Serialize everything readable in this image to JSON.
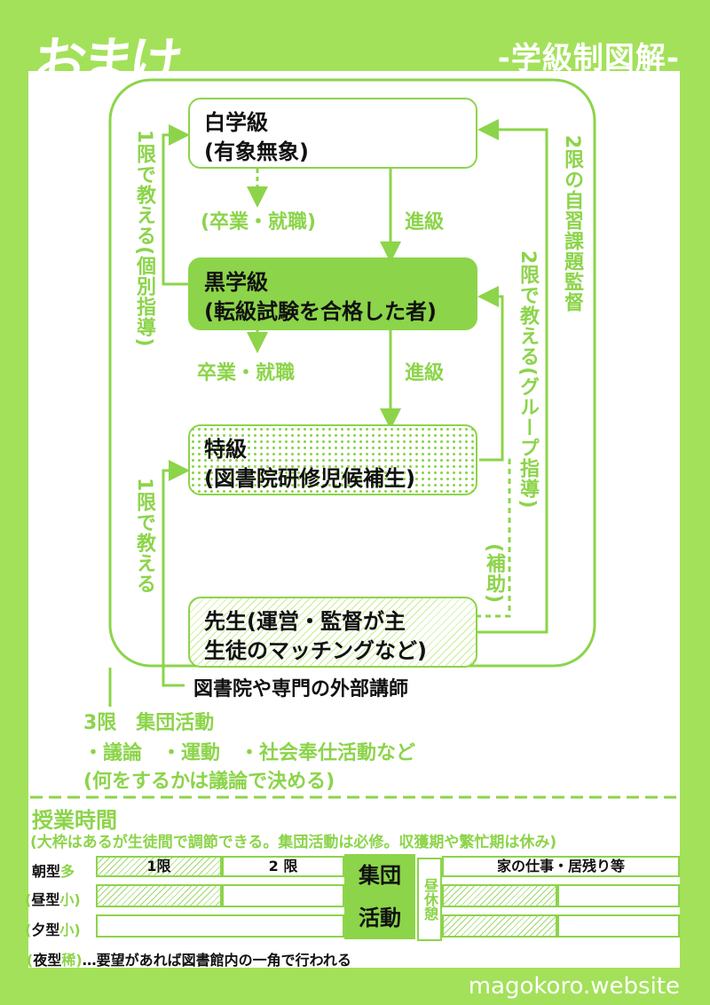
{
  "header": {
    "logo": "おまけ",
    "subtitle": "-学級制図解-"
  },
  "diagram": {
    "nodes": {
      "white": [
        "白学級",
        "(有象無象)"
      ],
      "black": [
        "黒学級",
        "(転級試験を合格した者)"
      ],
      "special": [
        "特級",
        "(図書院研修児候補生)"
      ],
      "teacher": [
        "先生(運営・監督が主",
        "生徒のマッチングなど)"
      ]
    },
    "external": "図書院や専門の外部講師",
    "labels": {
      "graduate_dashed": "(卒業・就職)",
      "graduate": "卒業・就職",
      "advance_1": "進級",
      "advance_2": "進級",
      "first_period_individual": "1限で教える(個別指導)",
      "first_period_teach": "1限で教える",
      "second_period_group": "2限で教える(グループ指導)",
      "second_period_self": "2限の自習課題監督",
      "assist": "(補助)"
    },
    "period3": {
      "title": "3限　集団活動",
      "items": "・議論　・運動　・社会奉仕活動など",
      "note": "(何をするかは議論で決める)"
    }
  },
  "schedule": {
    "title": "授業時間",
    "note": "(大枠はあるが生徒間で調節できる。集団活動は必修。収獲期や繁忙期は休み)",
    "rows": [
      {
        "paren_open": "",
        "name": "朝型",
        "level": "多",
        "paren_close": ""
      },
      {
        "paren_open": "(",
        "name": "昼型",
        "level": "小",
        "paren_close": ")"
      },
      {
        "paren_open": "(",
        "name": "夕型",
        "level": "小",
        "paren_close": ")"
      }
    ],
    "period1": "1限",
    "period2": "2 限",
    "group_top": "集団",
    "group_bottom": "活動",
    "lunch": "昼休憩",
    "home": "家の仕事・居残り等",
    "night": {
      "paren_open": "(",
      "name": "夜型",
      "level": "稀",
      "paren_close": ")",
      "text": "…要望があれば図書館内の一角で行われる"
    }
  },
  "footer": {
    "url": "magokoro.website"
  },
  "colors": {
    "background": "#a3e15a",
    "accent": "#8cd44a",
    "text": "#111111",
    "panel": "#ffffff"
  }
}
